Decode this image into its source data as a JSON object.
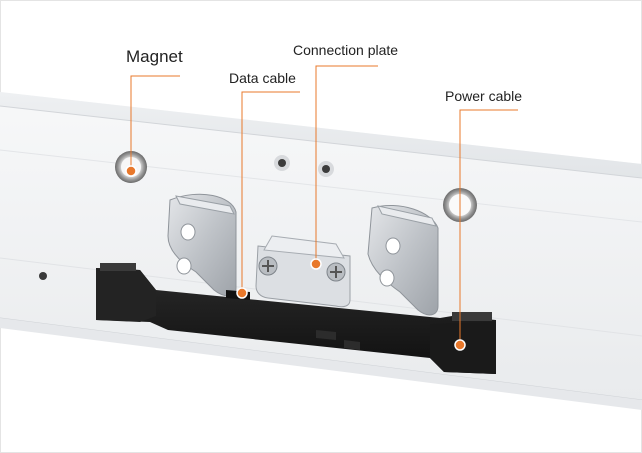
{
  "colors": {
    "accent": "#e8782b",
    "rail": "#f2f3f4",
    "rail_shadow": "#d7d9dc",
    "connector_body": "#1d1d1d",
    "clip_metal": "#c9ccd0"
  },
  "callouts": {
    "magnet": {
      "label": "Magnet"
    },
    "connection_plate": {
      "label": "Connection plate"
    },
    "data_cable": {
      "label": "Data cable"
    },
    "power_cable": {
      "label": "Power cable"
    }
  }
}
